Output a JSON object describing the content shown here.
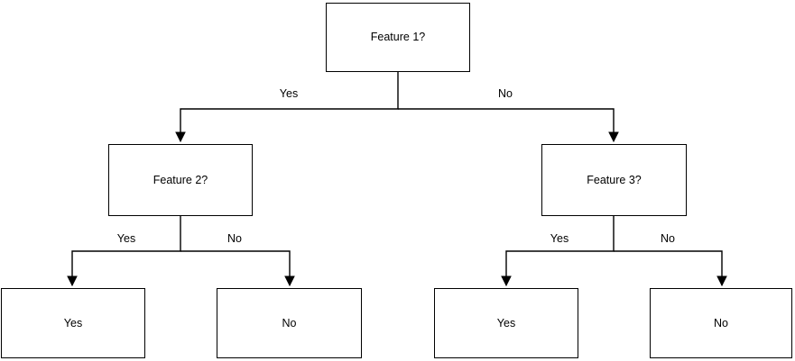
{
  "diagram": {
    "type": "decision-tree",
    "colors": {
      "background": "#ffffff",
      "node_fill": "#ffffff",
      "node_stroke": "#000000",
      "text": "#000000",
      "arrow": "#000000"
    },
    "nodes": [
      {
        "id": "feature-1",
        "label": "Feature 1?",
        "kind": "decision"
      },
      {
        "id": "feature-2",
        "label": "Feature 2?",
        "kind": "decision"
      },
      {
        "id": "feature-3",
        "label": "Feature 3?",
        "kind": "decision"
      },
      {
        "id": "leaf-yes-left",
        "label": "Yes",
        "kind": "leaf"
      },
      {
        "id": "leaf-no-left",
        "label": "No",
        "kind": "leaf"
      },
      {
        "id": "leaf-yes-right",
        "label": "Yes",
        "kind": "leaf"
      },
      {
        "id": "leaf-no-right",
        "label": "No",
        "kind": "leaf"
      }
    ],
    "edges": [
      {
        "from": "feature-1",
        "to": "feature-2",
        "label": "Yes"
      },
      {
        "from": "feature-1",
        "to": "feature-3",
        "label": "No"
      },
      {
        "from": "feature-2",
        "to": "leaf-yes-left",
        "label": "Yes"
      },
      {
        "from": "feature-2",
        "to": "leaf-no-left",
        "label": "No"
      },
      {
        "from": "feature-3",
        "to": "leaf-yes-right",
        "label": "Yes"
      },
      {
        "from": "feature-3",
        "to": "leaf-no-right",
        "label": "No"
      }
    ]
  }
}
